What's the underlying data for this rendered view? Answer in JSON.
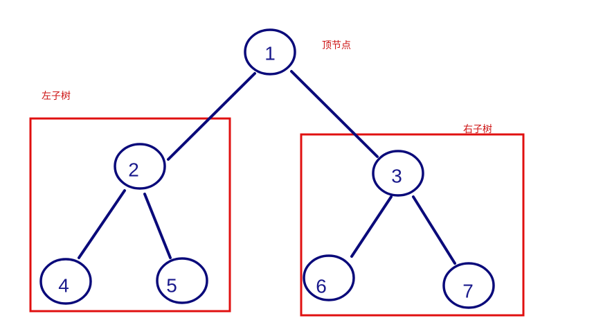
{
  "annotations": {
    "root": "顶节点",
    "left_subtree": "左子树",
    "right_subtree": "右子树"
  },
  "nodes": [
    {
      "id": "1",
      "label": "1"
    },
    {
      "id": "2",
      "label": "2"
    },
    {
      "id": "3",
      "label": "3"
    },
    {
      "id": "4",
      "label": "4"
    },
    {
      "id": "5",
      "label": "5"
    },
    {
      "id": "6",
      "label": "6"
    },
    {
      "id": "7",
      "label": "7"
    }
  ],
  "edges": [
    {
      "from": "1",
      "to": "2"
    },
    {
      "from": "1",
      "to": "3"
    },
    {
      "from": "2",
      "to": "4"
    },
    {
      "from": "2",
      "to": "5"
    },
    {
      "from": "3",
      "to": "6"
    },
    {
      "from": "3",
      "to": "7"
    }
  ],
  "colors": {
    "node_stroke": "#0a0a7a",
    "node_text": "#1a1a8c",
    "box_stroke": "#e01010",
    "annotation_text": "#cc1111"
  }
}
